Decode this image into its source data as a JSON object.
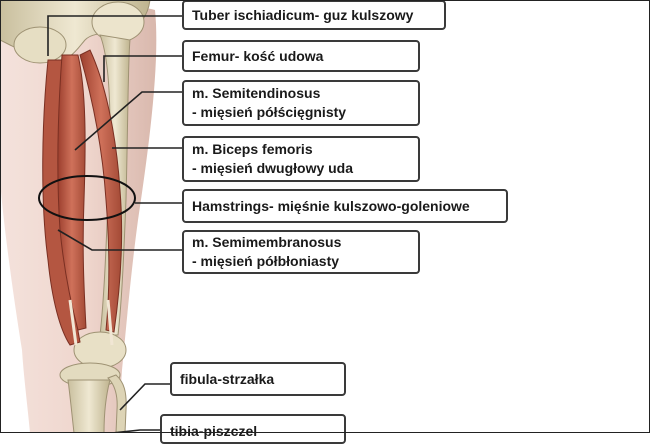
{
  "labels": {
    "tuber": "Tuber ischiadicum- guz kulszowy",
    "femur": "Femur- kość udowa",
    "semitendinosus_1": "m. Semitendinosus",
    "semitendinosus_2": "- mięsień półścięgnisty",
    "biceps_1": "m. Biceps femoris",
    "biceps_2": "- mięsień dwugłowy uda",
    "hamstrings": "Hamstrings- mięśnie kulszowo-goleniowe",
    "semimembranosus_1": "m. Semimembranosus",
    "semimembranosus_2": "- mięsień półbłoniasty",
    "fibula": "fibula-strzałka",
    "tibia": "tibia-piszczel"
  },
  "colors": {
    "muscle": "#c0604a",
    "bone": "#e4dcc0",
    "skin": "#f1dcd4",
    "label_border": "#3a3a3a"
  }
}
